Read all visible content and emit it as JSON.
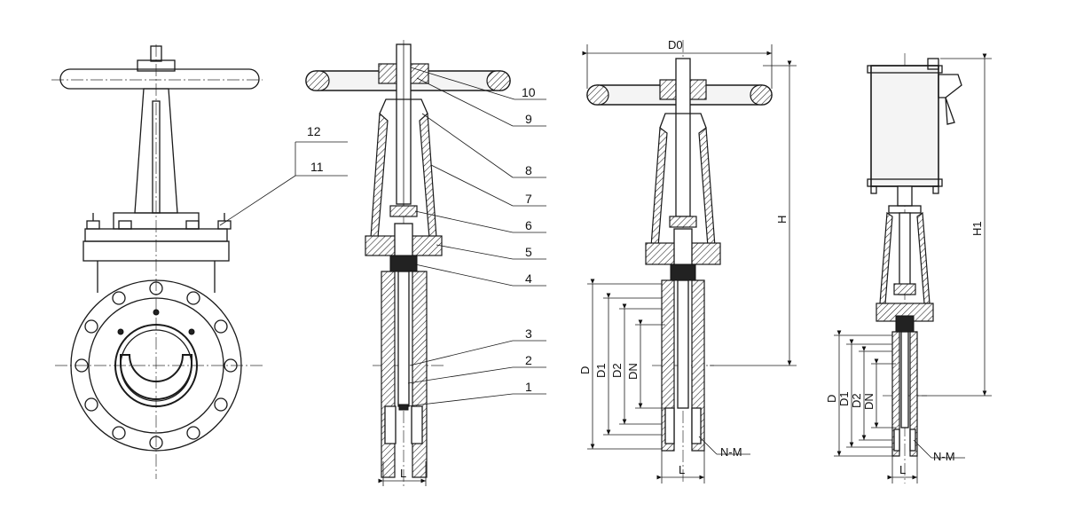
{
  "part_numbers": [
    "1",
    "2",
    "3",
    "4",
    "5",
    "6",
    "7",
    "8",
    "9",
    "10",
    "11",
    "12"
  ],
  "dimensions": {
    "d0": "D0",
    "h": "H",
    "h1": "H1",
    "d": "D",
    "d1": "D1",
    "d2": "D2",
    "dn": "DN",
    "l": "L",
    "nm": "N-M"
  }
}
